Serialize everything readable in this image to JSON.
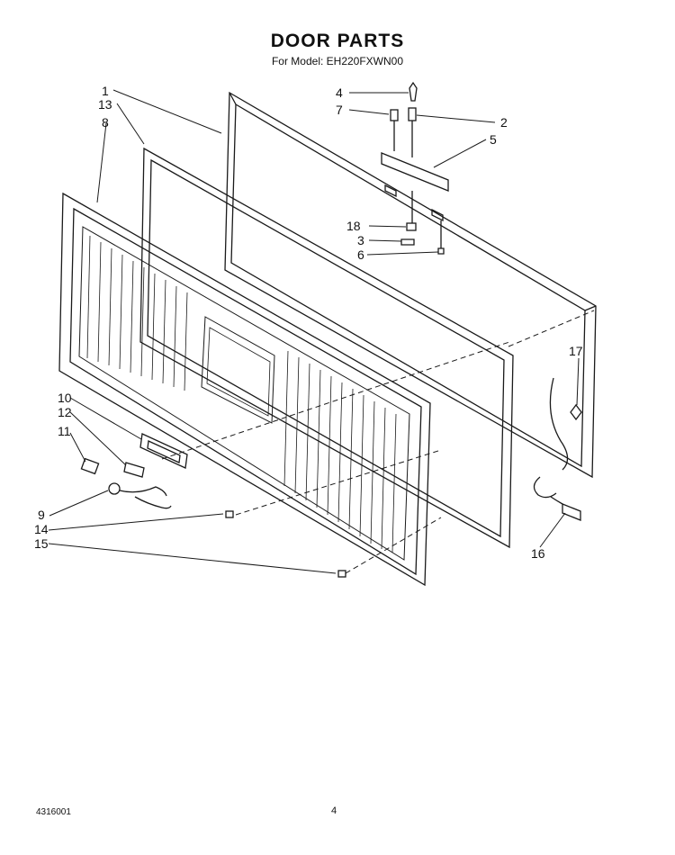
{
  "header": {
    "title": "DOOR PARTS",
    "subtitle": "For Model: EH220FXWN00"
  },
  "callouts": [
    "1",
    "13",
    "8",
    "4",
    "7",
    "2",
    "5",
    "18",
    "3",
    "6",
    "17",
    "10",
    "12",
    "11",
    "9",
    "14",
    "15",
    "16"
  ],
  "footer": {
    "code": "4316001",
    "page": "4"
  }
}
